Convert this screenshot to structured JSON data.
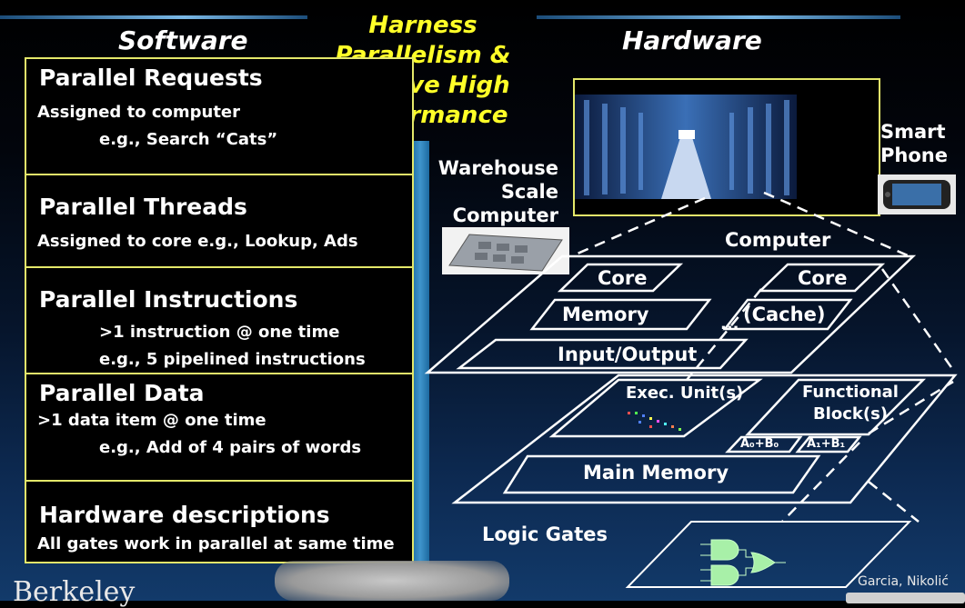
{
  "center_title": [
    "Harness",
    "Parallelism &",
    "Achieve High",
    "Performance"
  ],
  "software_header": "Software",
  "hardware_header": "Hardware",
  "software_levels": [
    {
      "title": "Parallel Requests",
      "lines": [
        "Assigned to computer",
        "e.g., Search “Cats”"
      ]
    },
    {
      "title": "Parallel Threads",
      "lines": [
        "Assigned to core e.g., Lookup, Ads"
      ]
    },
    {
      "title": "Parallel Instructions",
      "lines": [
        ">1 instruction @ one time",
        "e.g., 5 pipelined instructions"
      ]
    },
    {
      "title": "Parallel Data",
      "lines": [
        ">1 data item @ one time",
        "e.g., Add of 4 pairs of words"
      ]
    },
    {
      "title": "Hardware descriptions",
      "lines": [
        "All gates work in parallel at same time"
      ]
    }
  ],
  "hardware": {
    "smart_phone": [
      "Smart",
      "Phone"
    ],
    "warehouse": [
      "Warehouse",
      "Scale",
      "Computer"
    ],
    "computer": "Computer",
    "core_left": "Core",
    "core_right": "Core",
    "memory": "Memory",
    "ellipsis": "...",
    "cache": "(Cache)",
    "io": "Input/Output",
    "exec_units": "Exec. Unit(s)",
    "functional_blocks": [
      "Functional",
      "Block(s)"
    ],
    "a0b0": "A₀+B₀",
    "a1b1": "A₁+B₁",
    "main_memory": "Main Memory",
    "logic_gates": "Logic Gates"
  },
  "footer": {
    "logo": "Berkeley",
    "credit": "Garcia, Nikolić"
  },
  "colors": {
    "title_yellow": "#ffff28",
    "box_border": "#e4e86a",
    "accent_blue": "#3f95cc"
  }
}
